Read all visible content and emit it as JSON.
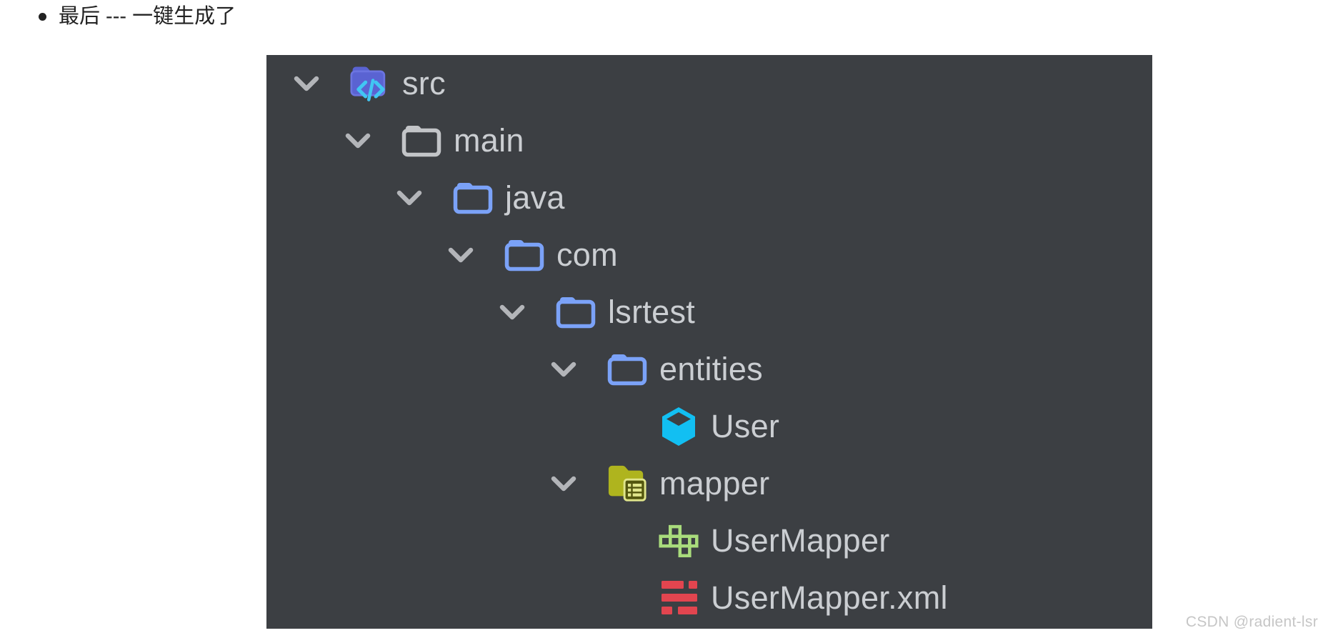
{
  "note": {
    "text": "最后 --- 一键生成了"
  },
  "tree": {
    "rows": [
      {
        "label": "src",
        "level": 0,
        "icon": "source-root-folder",
        "expanded": true
      },
      {
        "label": "main",
        "level": 1,
        "icon": "folder-gray",
        "expanded": true
      },
      {
        "label": "java",
        "level": 2,
        "icon": "folder-blue",
        "expanded": true
      },
      {
        "label": "com",
        "level": 3,
        "icon": "folder-blue",
        "expanded": true
      },
      {
        "label": "lsrtest",
        "level": 4,
        "icon": "folder-blue",
        "expanded": true
      },
      {
        "label": "entities",
        "level": 5,
        "icon": "folder-blue",
        "expanded": true
      },
      {
        "label": "User",
        "level": 6,
        "icon": "class-cube",
        "expanded": false
      },
      {
        "label": "mapper",
        "level": 5,
        "icon": "mapper-folder",
        "expanded": true
      },
      {
        "label": "UserMapper",
        "level": 6,
        "icon": "mapper-interface",
        "expanded": false
      },
      {
        "label": "UserMapper.xml",
        "level": 6,
        "icon": "xml-mapper",
        "expanded": false
      }
    ],
    "colors": {
      "panel_background": "#3C3F43",
      "label": "#CBCED2",
      "chevron": "#B3B5B9",
      "folder_gray": "#C3C5C8",
      "folder_blue": "#7BA2F8",
      "source_root_fill": "#5A63D2",
      "source_root_stroke": "#6B74E0",
      "code_glyph_cyan": "#41C6F3",
      "class_cube_cyan": "#12BFF2",
      "mapper_folder_olive": "#AFB41E",
      "mapper_badge_light": "#E0E58B",
      "mapper_badge_dark": "#53560E",
      "mapper_interface_green": "#A9DC7C",
      "xml_red": "#E2454F"
    }
  },
  "watermark": {
    "text": "CSDN @radient-lsr"
  }
}
